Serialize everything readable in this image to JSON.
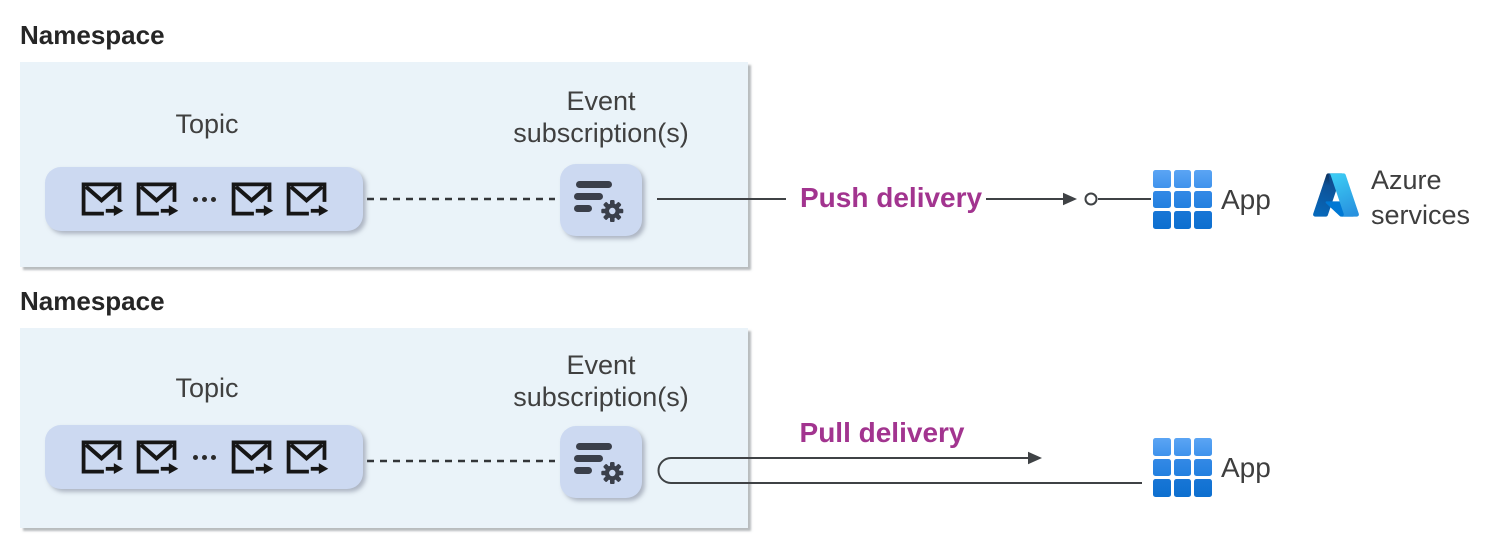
{
  "colors": {
    "delivery_accent": "#A2348F",
    "line": "#3F4245",
    "namespace_fill": "#EAF3F9",
    "node_fill": "#CCD9F1",
    "text_dark": "#262626",
    "text_gray": "#404040",
    "app_blue": "#1673D2",
    "azure_dark_blue": "#114A8B",
    "azure_light_blue": "#3CCBF4"
  },
  "push_section": {
    "namespace_label": "Namespace",
    "topic_label": "Topic",
    "topic_ellipsis_icon": "three-dots",
    "subscription_label": "Event subscription(s)",
    "delivery_label": "Push delivery",
    "app_label": "App",
    "azure_label": "Azure services"
  },
  "pull_section": {
    "namespace_label": "Namespace",
    "topic_label": "Topic",
    "topic_ellipsis_icon": "three-dots",
    "subscription_label": "Event subscription(s)",
    "delivery_label": "Pull delivery",
    "app_label": "App"
  }
}
